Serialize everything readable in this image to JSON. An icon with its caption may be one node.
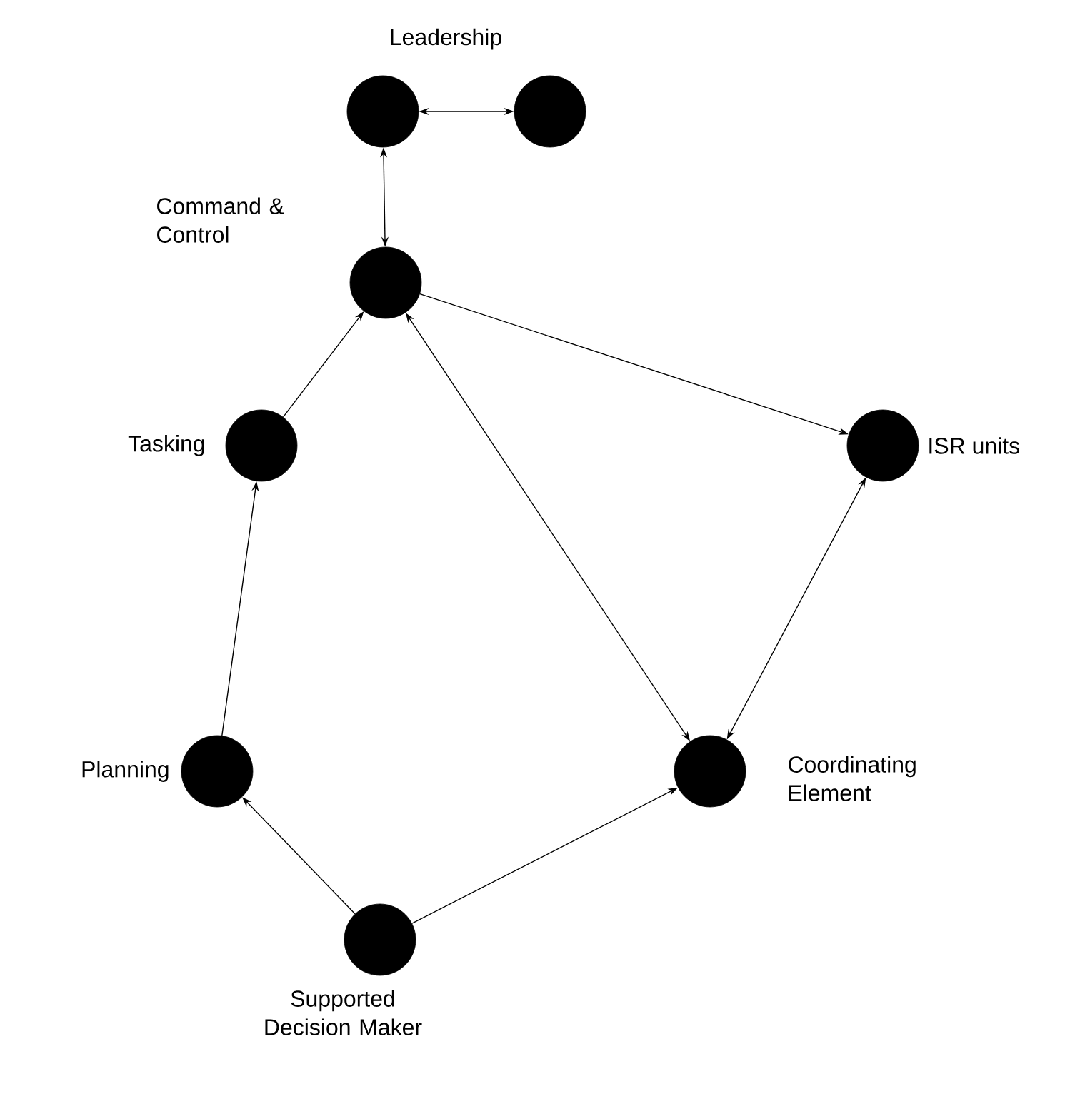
{
  "diagram": {
    "nodes": [
      {
        "text": [
          "Leadership"
        ]
      },
      {
        "text": [],
        "shape": "circle"
      },
      {
        "text": [
          "Command & Control"
        ]
      },
      {
        "text": [
          "Tasking"
        ]
      },
      {
        "text": [
          "ISR units"
        ]
      },
      {
        "text": [
          "Planning"
        ]
      },
      {
        "text": [
          "Coordinating Element"
        ]
      },
      {
        "text": [
          "Supported Decision Maker"
        ]
      }
    ],
    "edges": [
      {
        "from": 0,
        "to": 1,
        "arrow": "both"
      },
      {
        "from": 0,
        "to": 2,
        "arrow": "both"
      },
      {
        "from": 2,
        "to": 4,
        "arrow": "to"
      },
      {
        "from": 3,
        "to": 2,
        "arrow": "to"
      },
      {
        "from": 5,
        "to": 3,
        "arrow": "to"
      },
      {
        "from": 2,
        "to": 6,
        "arrow": "both"
      },
      {
        "from": 4,
        "to": 6,
        "arrow": "both"
      },
      {
        "from": 7,
        "to": 5,
        "arrow": "to"
      },
      {
        "from": 7,
        "to": 6,
        "arrow": "to"
      }
    ]
  }
}
